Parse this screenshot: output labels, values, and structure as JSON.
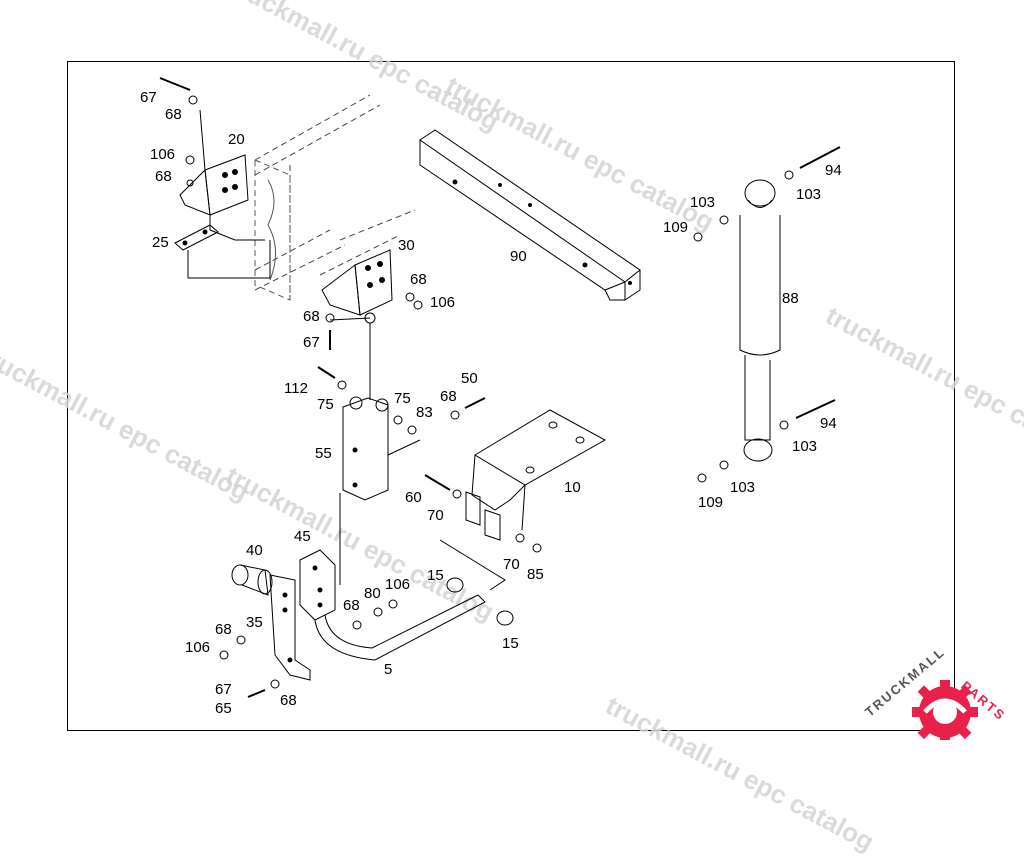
{
  "watermark": {
    "text": "truckmall.ru epc catalog",
    "color": "#d4d4d4"
  },
  "logo": {
    "text_part1": "TRUCKMALL",
    "text_part2": "PARTS",
    "color_primary": "#e8204a",
    "color_secondary": "#555555"
  },
  "callouts": [
    "67",
    "68",
    "20",
    "106",
    "68",
    "25",
    "30",
    "68",
    "106",
    "68",
    "67",
    "90",
    "103",
    "109",
    "103",
    "94",
    "88",
    "94",
    "103",
    "109",
    "103",
    "112",
    "75",
    "75",
    "83",
    "68",
    "50",
    "55",
    "10",
    "60",
    "70",
    "70",
    "85",
    "40",
    "45",
    "15",
    "80",
    "106",
    "68",
    "35",
    "68",
    "106",
    "15",
    "5",
    "67",
    "65",
    "68"
  ]
}
